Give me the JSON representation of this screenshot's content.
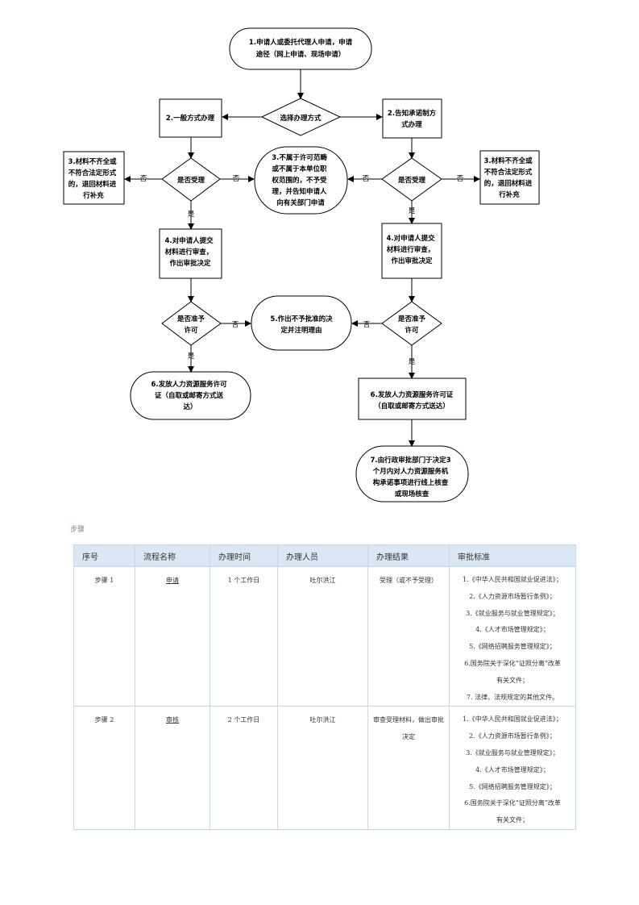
{
  "flowchart": {
    "n1": [
      "1.申请人或委托代理人申请，申请",
      "途径（网上申请、现场申请）"
    ],
    "choose": "选择办理方式",
    "n2a": "2.一般方式办理",
    "n2b": [
      "2.告知承诺制方",
      "式办理"
    ],
    "acc_left": "是否受理",
    "acc_right": "是否受理",
    "reject_left": [
      "3.材料不齐全或",
      "不符合法定形式",
      "的，退回材料进",
      "行补充"
    ],
    "n3mid": [
      "3.不属于许可范畴",
      "或不属于本单位职",
      "权范围的，不予受",
      "理，并告知申请人",
      "向有关部门申请"
    ],
    "reject_right": [
      "3.材料不齐全或",
      "不符合法定形式",
      "的，退回材料进",
      "行补充"
    ],
    "review_left": [
      "4.对申请人提交",
      "材料进行审查，",
      "作出审批决定"
    ],
    "review_right": [
      "4.对申请人提交",
      "材料进行审查，",
      "作出审批决定"
    ],
    "permit_left": [
      "是否准予",
      "许可"
    ],
    "permit_right": [
      "是否准予",
      "许可"
    ],
    "n5": [
      "5.作出不予批准的决",
      "定并注明理由"
    ],
    "n6a": [
      "6.发放人力资源服务许可",
      "证（自取或邮寄方式送",
      "达）"
    ],
    "n6b": [
      "6.发放人力资源服务许可证",
      "（自取或邮寄方式送达）"
    ],
    "n7": [
      "7.由行政审批部门于决定3",
      "个月内对人力资源服务机",
      "构承诺事项进行线上核查",
      "或现场核查"
    ],
    "yes": "是",
    "no": "否"
  },
  "steps_label": "步骤",
  "table": {
    "headers": [
      "序号",
      "流程名称",
      "办理时间",
      "办理人员",
      "办理结果",
      "审批标准"
    ],
    "rows": [
      {
        "no": "步骤 1",
        "name": "申请",
        "time": "1 个工作日",
        "person": "吐尔洪江",
        "result": "受理（或不予受理）",
        "standards": [
          "1.《中华人民共和国就业促进法》；",
          "2.《人力资源市场暂行条例》；",
          "3.《就业服务与就业管理规定》；",
          "4.《人才市场管理规定》；",
          "5.《网络招聘服务管理规定》；",
          "6.国务院关于深化“证照分离”改革",
          "有关文件；",
          "7. 法律、法规规定的其他文件。"
        ]
      },
      {
        "no": "步骤 2",
        "name": "审核",
        "time": "2 个工作日",
        "person": "吐尔洪江",
        "result": "审查受理材料，做出审批决定",
        "standards": [
          "1.《中华人民共和国就业促进法》；",
          "2.《人力资源市场暂行条例》；",
          "3.《就业服务与就业管理规定》；",
          "4.《人才市场管理规定》；",
          "5.《网络招聘服务管理规定》；",
          "6.国务院关于深化“证照分离”改革",
          "有关文件；"
        ]
      }
    ]
  }
}
